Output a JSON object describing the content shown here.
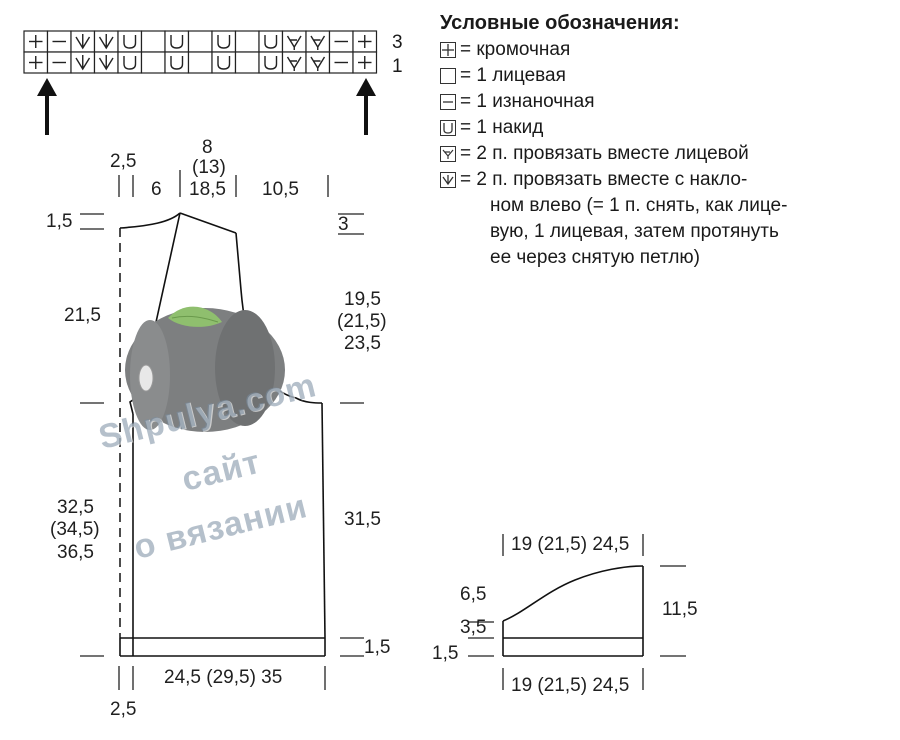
{
  "chart": {
    "rows": [
      {
        "number": "3",
        "cells": [
          "edge",
          "purl",
          "k2tog_left",
          "k2tog_left",
          "yo",
          "blank",
          "yo",
          "blank",
          "yo",
          "blank",
          "yo",
          "k2tog",
          "k2tog",
          "purl",
          "edge"
        ]
      },
      {
        "number": "1",
        "cells": [
          "edge",
          "purl",
          "k2tog_left",
          "k2tog_left",
          "yo",
          "blank",
          "yo",
          "blank",
          "yo",
          "blank",
          "yo",
          "k2tog",
          "k2tog",
          "purl",
          "edge"
        ]
      }
    ]
  },
  "legend": {
    "title": "Условные обозначения:",
    "items": [
      {
        "symbol": "edge",
        "label": "= кромочная"
      },
      {
        "symbol": "blank",
        "label": "= 1 лицевая"
      },
      {
        "symbol": "purl",
        "label": "= 1 изнаночная"
      },
      {
        "symbol": "yo",
        "label": "= 1 накид"
      },
      {
        "symbol": "k2tog",
        "label": "= 2 п. провязать вместе лицевой"
      },
      {
        "symbol": "k2tog_left",
        "label": "= 2 п. провязать вместе с накло-"
      }
    ],
    "continuation": [
      "ном влево (= 1 п. снять, как лице-",
      "вую, 1 лицевая, затем протянуть",
      "ее через снятую петлю)"
    ]
  },
  "body_dims": {
    "top_left": "2,5",
    "top_8": "8",
    "top_13": "(13)",
    "top_18": "18,5",
    "top_6": "6",
    "top_105": "10,5",
    "left_15": "1,5",
    "right_3": "3",
    "left_215": "21,5",
    "right_195": "19,5",
    "right_215": "(21,5)",
    "right_235": "23,5",
    "left_325": "32,5",
    "left_345": "(34,5)",
    "left_365": "36,5",
    "right_315": "31,5",
    "right_bottom_15": "1,5",
    "bottom_width": "24,5 (29,5) 35",
    "bottom_25": "2,5"
  },
  "sleeve_dims": {
    "top_width": "19 (21,5) 24,5",
    "left_65": "6,5",
    "left_35": "3,5",
    "left_15": "1,5",
    "right_115": "11,5",
    "bottom_width": "19 (21,5) 24,5"
  },
  "watermark": {
    "line1": "Shpulya.com",
    "line2": "сайт",
    "line3": "о вязании"
  }
}
